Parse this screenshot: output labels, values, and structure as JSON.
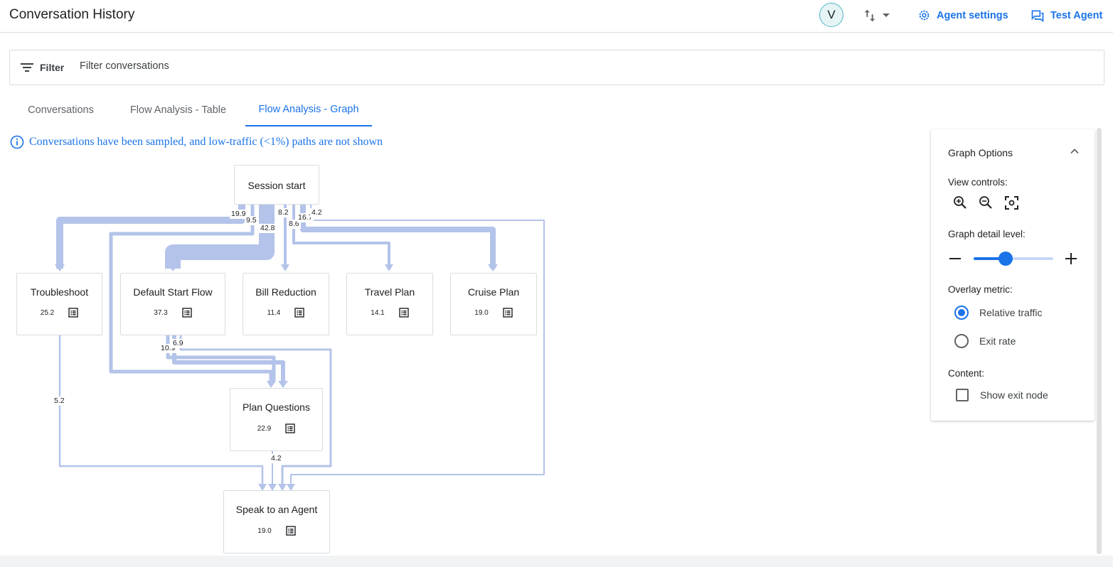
{
  "header": {
    "title": "Conversation History",
    "avatar_letter": "V",
    "agent_settings_label": "Agent settings",
    "test_agent_label": "Test Agent"
  },
  "filter": {
    "label": "Filter",
    "placeholder": "Filter conversations"
  },
  "tabs": [
    {
      "label": "Conversations",
      "active": false
    },
    {
      "label": "Flow Analysis - Table",
      "active": false
    },
    {
      "label": "Flow Analysis - Graph",
      "active": true
    }
  ],
  "notice": "Conversations have been sampled, and low-traffic (<1%) paths are not shown",
  "graph": {
    "nodes": {
      "session_start": {
        "title": "Session start"
      },
      "troubleshoot": {
        "title": "Troubleshoot",
        "value": "25.2"
      },
      "default_start_flow": {
        "title": "Default Start Flow",
        "value": "37.3"
      },
      "bill_reduction": {
        "title": "Bill Reduction",
        "value": "11.4"
      },
      "travel_plan": {
        "title": "Travel Plan",
        "value": "14.1"
      },
      "cruise_plan": {
        "title": "Cruise Plan",
        "value": "19.0"
      },
      "plan_questions": {
        "title": "Plan Questions",
        "value": "22.9"
      },
      "speak_to_agent": {
        "title": "Speak to an Agent",
        "value": "19.0"
      }
    },
    "edge_labels": {
      "start_troubleshoot": "19.9",
      "start_plan_questions": "9.5",
      "start_default": "42.8",
      "start_bill": "8.2",
      "start_travel": "8.6",
      "start_cruise": "16.7",
      "start_agent": "4.2",
      "default_plan_a": "10.9",
      "default_plan_b": "6.9",
      "troubleshoot_agent": "5.2",
      "plan_agent": "4.2"
    },
    "edge_color": "#b3c3e9"
  },
  "panel": {
    "title": "Graph Options",
    "view_controls_label": "View controls:",
    "detail_label": "Graph detail level:",
    "detail_level": 0.4,
    "overlay_label": "Overlay metric:",
    "overlay_options": [
      {
        "label": "Relative traffic",
        "selected": true
      },
      {
        "label": "Exit rate",
        "selected": false
      }
    ],
    "content_label": "Content:",
    "show_exit_label": "Show exit node",
    "show_exit_checked": false
  },
  "colors": {
    "accent": "#1a73e8"
  }
}
